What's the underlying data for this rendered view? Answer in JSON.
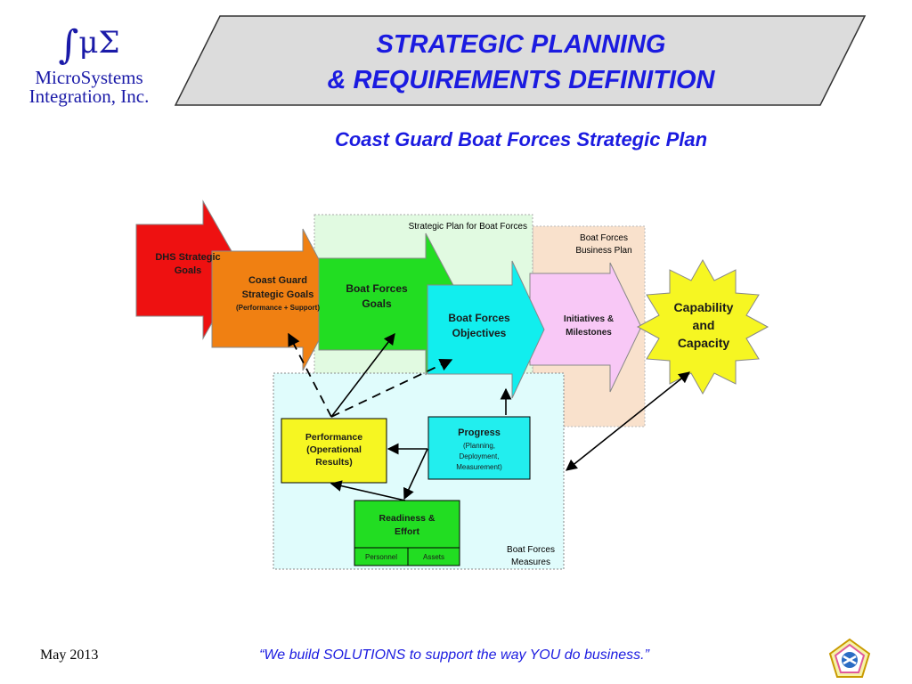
{
  "logo": {
    "symbol_integral": "∫",
    "symbol_mu_sigma": "μΣ",
    "company_line1": "MicroSystems",
    "company_line2": "Integration, Inc."
  },
  "header": {
    "title_line1": "STRATEGIC PLANNING",
    "title_line2": "& REQUIREMENTS DEFINITION"
  },
  "subtitle": "Coast Guard Boat Forces Strategic Plan",
  "diagram": {
    "region_strategic_plan": "Strategic Plan for Boat Forces",
    "region_business_plan": [
      "Boat Forces",
      "Business Plan"
    ],
    "region_measures": [
      "Boat Forces",
      "Measures"
    ],
    "arrow_dhs": [
      "DHS Strategic",
      "Goals"
    ],
    "arrow_coast_guard": [
      "Coast Guard",
      "Strategic Goals",
      "(Performance + Support)"
    ],
    "arrow_boat_goals": [
      "Boat Forces",
      "Goals"
    ],
    "arrow_objectives": [
      "Boat Forces",
      "Objectives"
    ],
    "arrow_initiatives": [
      "Initiatives &",
      "Milestones"
    ],
    "starburst": [
      "Capability",
      "and",
      "Capacity"
    ],
    "box_performance": [
      "Performance",
      "(Operational",
      "Results)"
    ],
    "box_progress": [
      "Progress",
      "(Planning,",
      "Deployment,",
      "Measurement)"
    ],
    "box_readiness": [
      "Readiness &",
      "Effort"
    ],
    "readiness_personnel": "Personnel",
    "readiness_assets": "Assets"
  },
  "footer": {
    "date": "May 2013",
    "quote": "“We build SOLUTIONS to support the way YOU do business.”"
  },
  "colors": {
    "title_blue": "#1b1be0",
    "logo_blue": "#1a1aa8",
    "dhs_red": "#ee1111",
    "coast_guard_orange": "#f08012",
    "goals_green": "#22dd22",
    "objectives_cyan": "#11eeee",
    "initiatives_pink": "#f8c8f6",
    "star_yellow": "#f6f622",
    "performance_yellow": "#f6f622",
    "progress_cyan": "#22eeee",
    "readiness_green": "#22dd22"
  }
}
